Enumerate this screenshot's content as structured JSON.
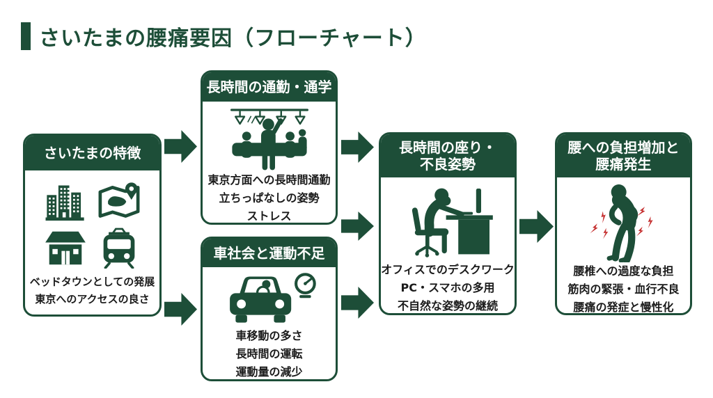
{
  "title": "さいたまの腰痛要因（フローチャート）",
  "colors": {
    "accent_green": "#1d4e38",
    "pain_red": "#c53030",
    "background": "#ffffff",
    "body_text": "#1b1b1b"
  },
  "nodes": [
    {
      "id": "saitama",
      "icon": "city-map-house-train",
      "header_lines": [
        "さいたまの特徴"
      ],
      "body_lines": [
        "ベッドタウンとしての発展",
        "東京へのアクセスの良さ"
      ]
    },
    {
      "id": "commute",
      "icon": "crowded-train",
      "header_lines": [
        "長時間の通勤・通学"
      ],
      "body_lines": [
        "東京方面への長時間通勤",
        "立ちっぱなしの姿勢",
        "ストレス"
      ]
    },
    {
      "id": "car",
      "icon": "car-with-speedometer",
      "header_lines": [
        "車社会と運動不足"
      ],
      "body_lines": [
        "車移動の多さ",
        "長時間の運転",
        "運動量の減少"
      ]
    },
    {
      "id": "sitting",
      "icon": "hunched-desk-worker",
      "header_lines": [
        "長時間の座り・",
        "不良姿勢"
      ],
      "body_lines": [
        "オフィスでのデスクワーク",
        "PC・スマホの多用",
        "不自然な姿勢の継続"
      ]
    },
    {
      "id": "backpain",
      "icon": "person-with-back-pain",
      "header_lines": [
        "腰への負担増加と",
        "腰痛発生"
      ],
      "body_lines": [
        "腰椎への過度な負担",
        "筋肉の緊張・血行不良",
        "腰痛の発症と慢性化"
      ]
    }
  ],
  "edges": [
    {
      "from": "saitama",
      "to": "commute"
    },
    {
      "from": "saitama",
      "to": "car"
    },
    {
      "from": "commute",
      "to": "sitting"
    },
    {
      "from": "commute-and-car",
      "to": "sitting"
    },
    {
      "from": "car",
      "to": "sitting"
    },
    {
      "from": "sitting",
      "to": "backpain"
    }
  ]
}
